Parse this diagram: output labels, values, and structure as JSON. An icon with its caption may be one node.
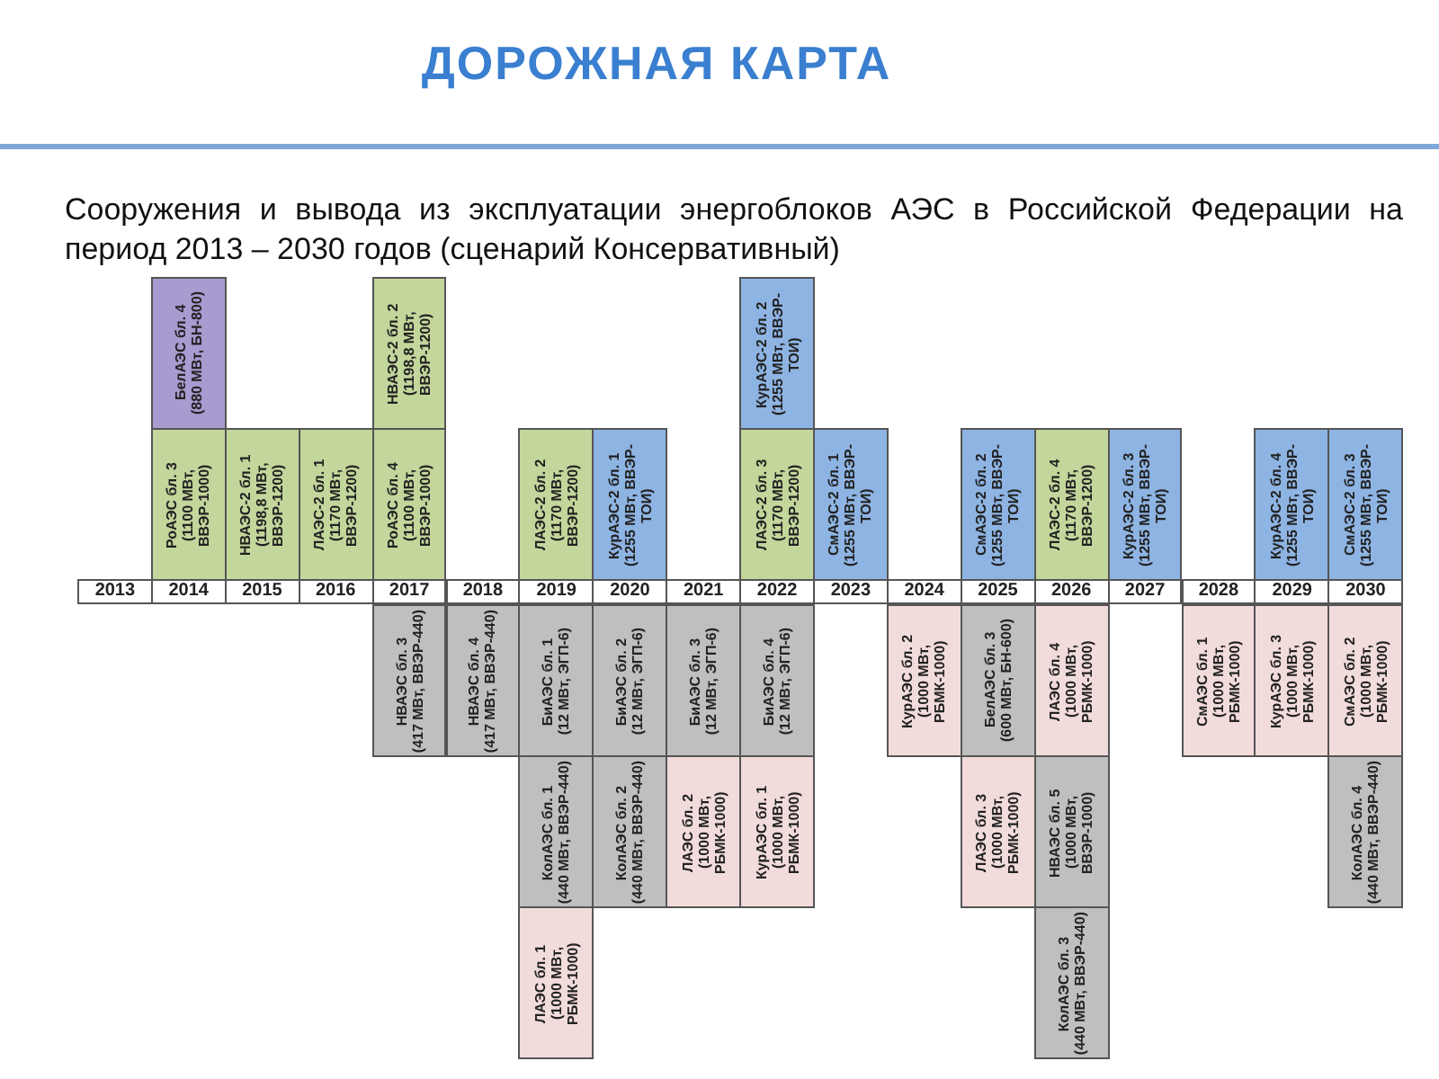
{
  "diagram": {
    "title": "ДОРОЖНАЯ КАРТА",
    "nodes": [
      {
        "text": [
          "БелАЭС бл. 4",
          "(880 МВт, БН-800)"
        ]
      },
      {
        "text": [
          "НВАЭС-2 бл. 2",
          "(1198,8 МВт, ВВЭР-1200)"
        ]
      },
      {
        "text": [
          "КурАЭС-2 бл. 2",
          "(1255 МВт, ВВЭР-ТОИ)"
        ]
      },
      {
        "text": [
          "РоАЭС бл. 3",
          "(1100 МВт, ВВЭР-1000)"
        ]
      },
      {
        "text": [
          "НВАЭС-2 бл. 1",
          "(1198,8 МВт, ВВЭР-1200)"
        ]
      },
      {
        "text": [
          "ЛАЭС-2 бл. 1",
          "(1170 МВт, ВВЭР-1200)"
        ]
      },
      {
        "text": [
          "РоАЭС бл. 4",
          "(1100 МВт, ВВЭР-1000)"
        ]
      },
      {
        "text": [
          "ЛАЭС-2 бл. 2",
          "(1170 МВт, ВВЭР-1200)"
        ]
      },
      {
        "text": [
          "КурАЭС-2 бл. 1",
          "(1255 МВт, ВВЭР-ТОИ)"
        ]
      },
      {
        "text": [
          "ЛАЭС-2 бл. 3",
          "(1170 МВт, ВВЭР-1200)"
        ]
      },
      {
        "text": [
          "СмАЭС-2 бл. 1",
          "(1255 МВт, ВВЭР-ТОИ)"
        ]
      },
      {
        "text": [
          "СмАЭС-2 бл. 2",
          "(1255 МВт, ВВЭР-ТОИ)"
        ]
      },
      {
        "text": [
          "ЛАЭС-2 бл. 4",
          "(1170 МВт, ВВЭР-1200)"
        ]
      },
      {
        "text": [
          "КурАЭС-2 бл. 3",
          "(1255 МВт, ВВЭР-ТОИ)"
        ]
      },
      {
        "text": [
          "КурАЭС-2 бл. 4",
          "(1255 МВт, ВВЭР-ТОИ)"
        ]
      },
      {
        "text": [
          "СмАЭС-2 бл. 3",
          "(1255 МВт, ВВЭР-ТОИ)"
        ]
      },
      {
        "text": [
          "НВАЭС бл. 3",
          "(417 МВт, ВВЭР-440)"
        ]
      },
      {
        "text": [
          "НВАЭС бл. 4",
          "(417 МВт, ВВЭР-440)"
        ]
      },
      {
        "text": [
          "БиАЭС бл. 1",
          "(12 МВт, ЭГП-6)"
        ]
      },
      {
        "text": [
          "БиАЭС бл. 2",
          "(12 МВт, ЭГП-6)"
        ]
      },
      {
        "text": [
          "БиАЭС бл. 3",
          "(12 МВт, ЭГП-6)"
        ]
      },
      {
        "text": [
          "БиАЭС бл. 4",
          "(12 МВт, ЭГП-6)"
        ]
      },
      {
        "text": [
          "КурАЭС бл. 2",
          "(1000 МВт, РБМК-1000)"
        ]
      },
      {
        "text": [
          "БелАЭС бл. 3",
          "(600 МВт, БН-600)"
        ]
      },
      {
        "text": [
          "ЛАЭС бл. 4",
          "(1000 МВт, РБМК-1000)"
        ]
      },
      {
        "text": [
          "СмАЭС бл. 1",
          "(1000 МВт, РБМК-1000)"
        ]
      },
      {
        "text": [
          "КурАЭС бл. 3",
          "(1000 МВт, РБМК-1000)"
        ]
      },
      {
        "text": [
          "СмАЭС бл. 2",
          "(1000 МВт, РБМК-1000)"
        ]
      },
      {
        "text": [
          "КолАЭС бл. 1",
          "(440 МВт, ВВЭР-440)"
        ]
      },
      {
        "text": [
          "КолАЭС бл. 2",
          "(440 МВт, ВВЭР-440)"
        ]
      },
      {
        "text": [
          "ЛАЭС бл. 2",
          "(1000 МВт, РБМК-1000)"
        ]
      },
      {
        "text": [
          "КурАЭС бл. 1",
          "(1000 МВт, РБМК-1000)"
        ]
      },
      {
        "text": [
          "ЛАЭС бл. 3",
          "(1000 МВт, РБМК-1000)"
        ]
      },
      {
        "text": [
          "НВАЭС бл. 5",
          "(1000 МВт, ВВЭР-1000)"
        ]
      },
      {
        "text": [
          "КолАЭС бл. 4",
          "(440 МВт, ВВЭР-440)"
        ]
      },
      {
        "text": [
          "ЛАЭС бл. 1",
          "(1000 МВт, РБМК-1000)"
        ]
      },
      {
        "text": [
          "КолАЭС бл. 3",
          "(440 МВт, ВВЭР-440)"
        ]
      }
    ],
    "labels": [
      "Сооружения и вывода из эксплуатации энергоблоков АЭС в Российской Федерации на период 2013 – 2030 годов (сценарий Консервативный)",
      "2013",
      "2014",
      "2015",
      "2016",
      "2017",
      "2018",
      "2019",
      "2020",
      "2021",
      "2022",
      "2023",
      "2024",
      "2025",
      "2026",
      "2027",
      "2028",
      "2029",
      "2030"
    ]
  }
}
